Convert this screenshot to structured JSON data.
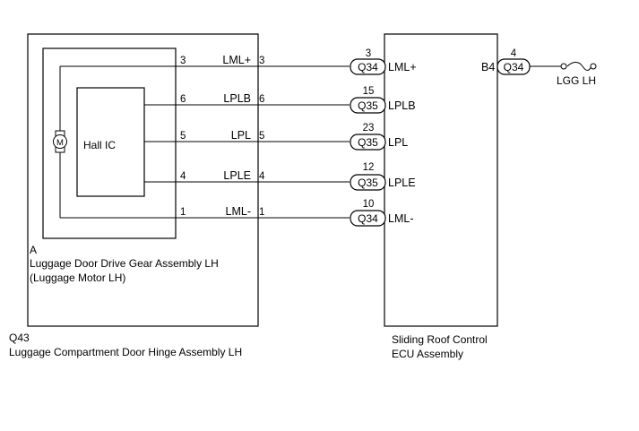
{
  "left_assembly": {
    "code": "Q43",
    "name": "Luggage Compartment Door Hinge Assembly LH"
  },
  "motor_assembly": {
    "code": "A",
    "name_line1": "Luggage Door Drive Gear Assembly LH",
    "name_line2": "(Luggage Motor LH)",
    "motor_symbol": "M",
    "hall_ic_label": "Hall IC"
  },
  "ecu": {
    "name_line1": "Sliding Roof Control",
    "name_line2": "ECU Assembly",
    "connector_b4": "B4"
  },
  "wires": [
    {
      "inner_pin": "3",
      "signal": "LML+",
      "outer_pin": "3",
      "ecu_pin": "3",
      "connector": "Q34",
      "ecu_signal": "LML+"
    },
    {
      "inner_pin": "6",
      "signal": "LPLB",
      "outer_pin": "6",
      "ecu_pin": "15",
      "connector": "Q35",
      "ecu_signal": "LPLB"
    },
    {
      "inner_pin": "5",
      "signal": "LPL",
      "outer_pin": "5",
      "ecu_pin": "23",
      "connector": "Q35",
      "ecu_signal": "LPL"
    },
    {
      "inner_pin": "4",
      "signal": "LPLE",
      "outer_pin": "4",
      "ecu_pin": "12",
      "connector": "Q35",
      "ecu_signal": "LPLE"
    },
    {
      "inner_pin": "1",
      "signal": "LML-",
      "outer_pin": "1",
      "ecu_pin": "10",
      "connector": "Q34",
      "ecu_signal": "LML-"
    }
  ],
  "fuse_line": {
    "pin": "4",
    "connector": "Q34",
    "label": "LGG LH"
  }
}
